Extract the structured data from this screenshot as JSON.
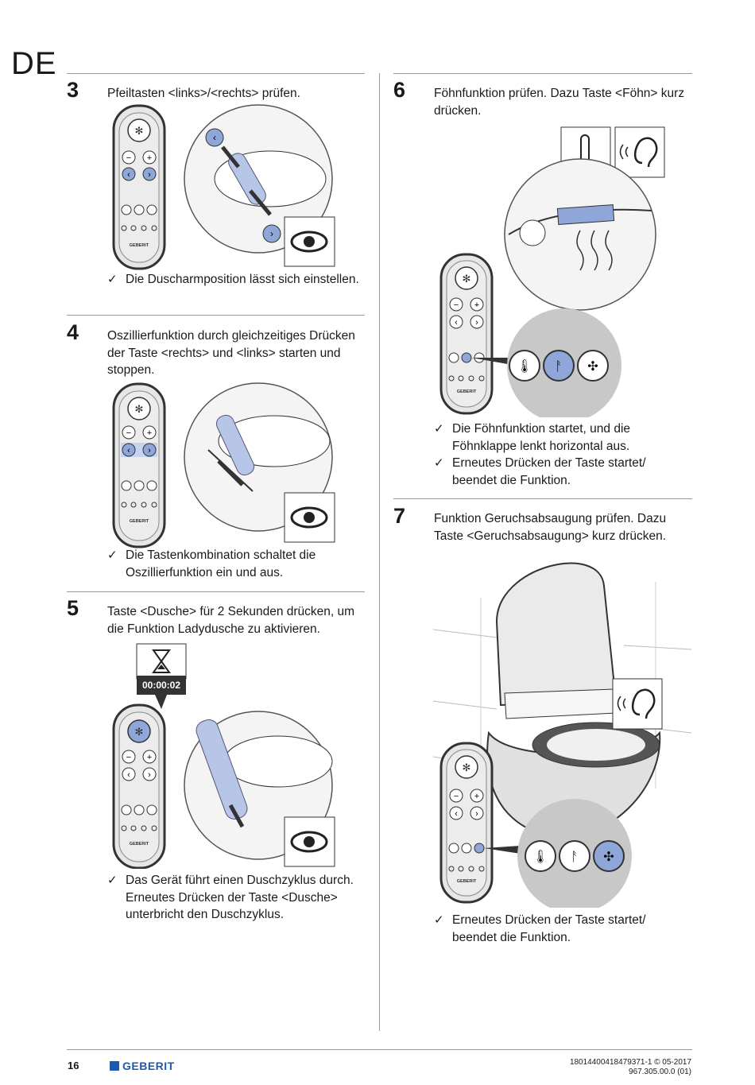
{
  "page": {
    "language": "DE",
    "page_number": "16"
  },
  "brand": {
    "logo_text": "GEBERIT",
    "remote_label": "GEBERIT",
    "accent": "#1a5bb0",
    "highlight": "#8ea6d8"
  },
  "steps": [
    {
      "num": "3",
      "text": "Pfeiltasten <links>/<rechts> prüfen.",
      "results": [
        "Die Duscharmposition lässt sich einstellen."
      ]
    },
    {
      "num": "4",
      "text": "Oszillierfunktion durch gleichzeitiges Drücken der Taste <rechts> und <links> starten und stoppen.",
      "results": [
        "Die Tastenkombination schaltet die Oszillierfunktion ein und aus."
      ]
    },
    {
      "num": "5",
      "text": "Taste <Dusche> für 2 Sekunden drücken, um die Funktion Ladydusche zu aktivieren.",
      "timer": "00:00:02",
      "results": [
        "Das Gerät führt einen Duschzyklus durch. Erneutes Drücken der Taste <Dusche> unterbricht den Duschzyklus."
      ]
    },
    {
      "num": "6",
      "text": "Föhnfunktion prüfen. Dazu Taste <Föhn> kurz drücken.",
      "results": [
        "Die Föhnfunktion startet, und die Föhnklappe lenkt horizontal aus.",
        "Erneutes Drücken der Taste startet/ beendet die Funktion."
      ]
    },
    {
      "num": "7",
      "text": "Funktion Geruchsabsaugung prüfen. Dazu Taste <Geruchsabsaugung> kurz drücken.",
      "results": [
        "Erneutes Drücken der Taste startet/ beendet die Funktion."
      ]
    }
  ],
  "footer": {
    "doc_id": "18014400418479371-1 © 05-2017",
    "doc_ref": "967.305.00.0 (01)"
  }
}
